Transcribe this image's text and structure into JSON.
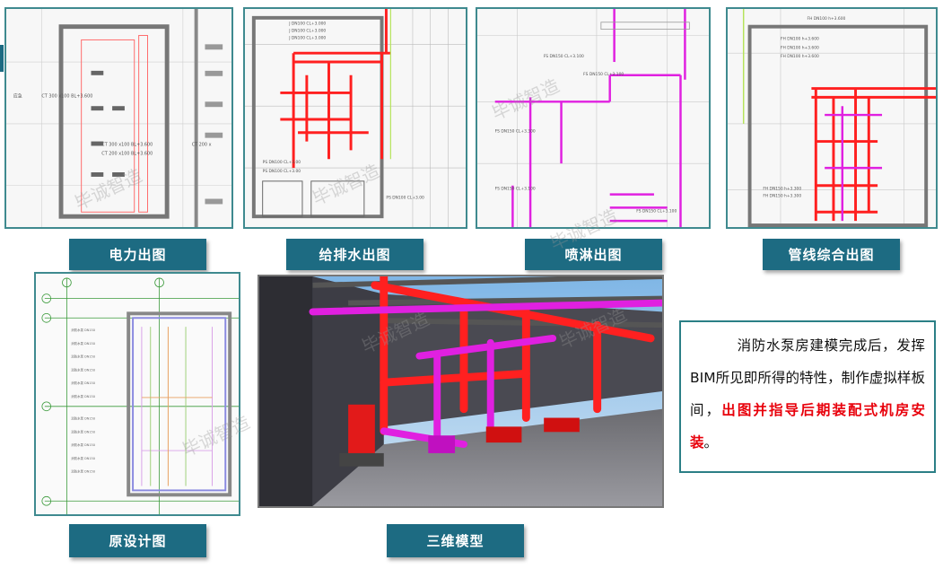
{
  "labels": {
    "power": "电力出图",
    "water": "给排水出图",
    "sprinkler": "喷淋出图",
    "integrated": "管线综合出图",
    "original": "原设计图",
    "model3d": "三维模型"
  },
  "description": {
    "normal": "消防水泵房建模完成后，发挥BIM所见即所得的特性，制作虚拟样板间，",
    "highlight": "出图并指导后期装配式机房安装",
    "end": "。"
  },
  "watermark": "毕诚智造",
  "colors": {
    "accent": "#1d6b82",
    "border": "#3f8a8f",
    "highlight": "#e8000b",
    "pipe_red": "#ff2020",
    "pipe_magenta": "#e020e0"
  }
}
